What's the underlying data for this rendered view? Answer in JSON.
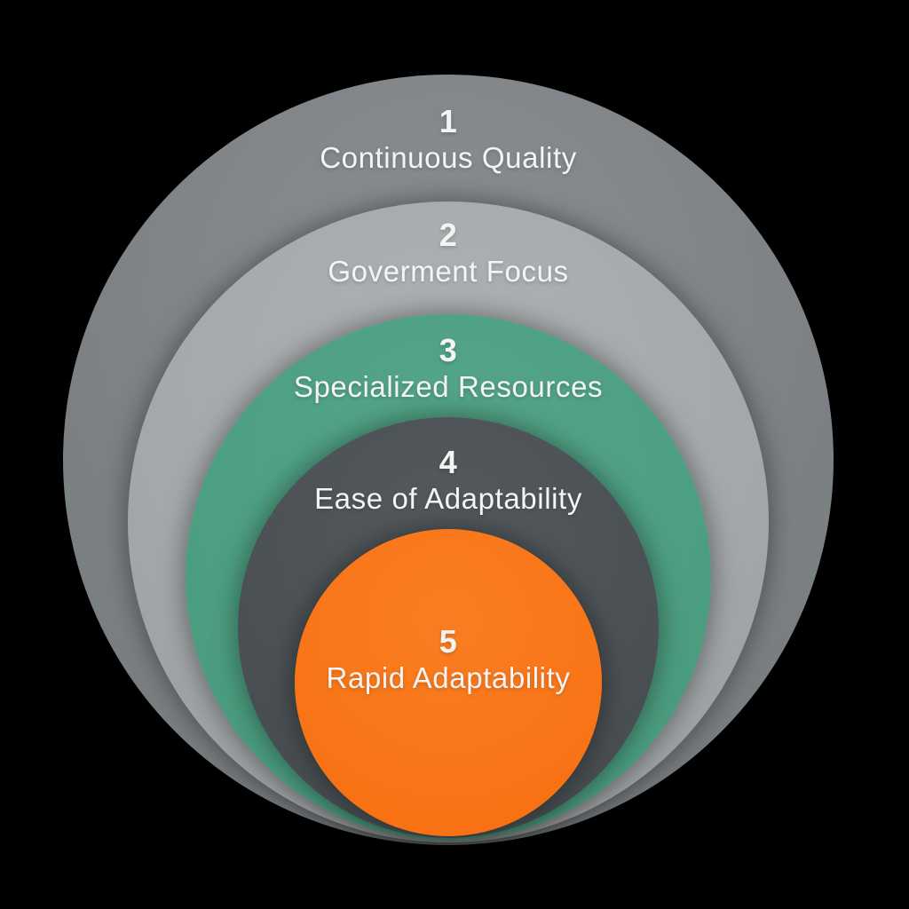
{
  "diagram": {
    "type": "nested-circles",
    "background_color": "#000000",
    "text_color": "#f4f4f4",
    "levels": [
      {
        "number": "1",
        "label": "Continuous Quality",
        "color": "#7d8184"
      },
      {
        "number": "2",
        "label": "Goverment Focus",
        "color": "#a4a8aa"
      },
      {
        "number": "3",
        "label": "Specialized Resources",
        "color": "#4d9f82"
      },
      {
        "number": "4",
        "label": "Ease of Adaptability",
        "color": "#4b5155"
      },
      {
        "number": "5",
        "label": "Rapid Adaptability",
        "color": "#f97517"
      }
    ]
  }
}
